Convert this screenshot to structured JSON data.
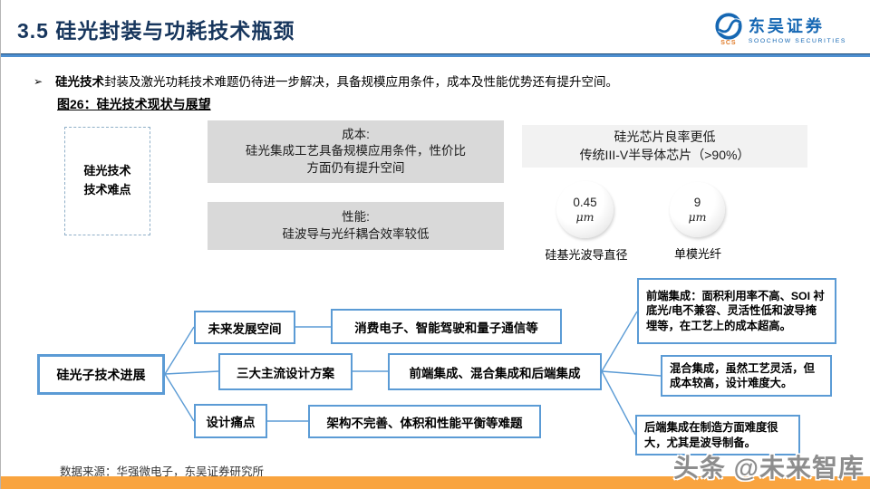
{
  "colors": {
    "title_navy": "#17365D",
    "accent_blue": "#5B9BD5",
    "header_rule_blue": "#4E8FD0",
    "gray_box": "#D9D9D9",
    "light_gray_box": "#F2F2F2",
    "orange_bar": "#F9A43F",
    "logo_blue": "#1567B3",
    "logo_scs_orange": "#E07B28"
  },
  "header": {
    "title": "3.5 硅光封装与功耗技术瓶颈",
    "logo_cn": "东吴证券",
    "logo_en": "SOOCHOW SECURITIES",
    "logo_mark": "SCS"
  },
  "intro": {
    "bullet": "➢",
    "lead_bold": "硅光技术",
    "lead_rest": "封装及激光功耗技术难题仍待进一步解决，具备规模应用条件，成本及性能优势还有提升空间。",
    "figure_caption": "图26：硅光技术现状与展望"
  },
  "top_diagram": {
    "difficulty_line1": "硅光技术",
    "difficulty_line2": "技术难点",
    "cost_title": "成本:",
    "cost_body": "硅光集成工艺具备规模应用条件，性价比方面仍有提升空间",
    "perf_title": "性能:",
    "perf_body": "硅波导与光纤耦合效率较低",
    "yield_line1": "硅光芯片良率更低",
    "yield_line2": "传统III-V半导体芯片（>90%）",
    "circles": [
      {
        "value": "0.45",
        "unit": "μm",
        "label": "硅基光波导直径"
      },
      {
        "value": "9",
        "unit": "μm",
        "label": "单模光纤"
      }
    ]
  },
  "flowchart": {
    "root": "硅光子技术进展",
    "rows": [
      {
        "key": "未来发展空间",
        "value": "消费电子、智能驾驶和量子通信等"
      },
      {
        "key": "三大主流设计方案",
        "value": "前端集成、混合集成和后端集成"
      },
      {
        "key": "设计痛点",
        "value": "架构不完善、体积和性能平衡等难题"
      }
    ],
    "details": [
      "前端集成：面积利用率不高、SOI 衬底光/电不兼容、灵活性低和波导掩埋等，在工艺上的成本超高。",
      "混合集成，虽然工艺灵活，但成本较高，设计难度大。",
      "后端集成在制造方面难度很大，尤其是波导制备。"
    ]
  },
  "footer": {
    "source": "数据来源：华强微电子，东吴证券研究所",
    "watermark": "头条 @未来智库"
  }
}
